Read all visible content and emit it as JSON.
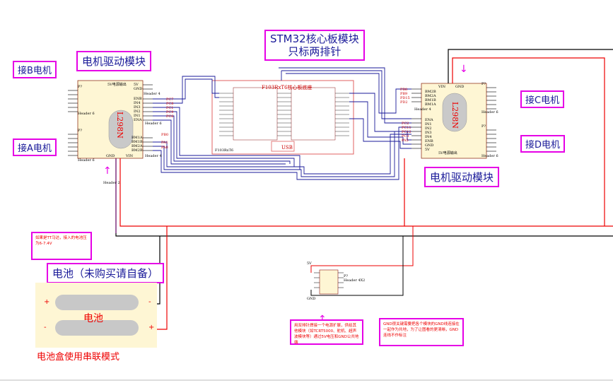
{
  "labels": {
    "stm32_title_line1": "STM32核心板模块",
    "stm32_title_line2": "只标两排针",
    "motor_driver_left": "电机驱动模块",
    "motor_driver_right": "电机驱动模块",
    "motor_b": "接B电机",
    "motor_a": "接A电机",
    "motor_c": "接C电机",
    "motor_d": "接D电机",
    "battery_title": "电池（未购买请自备）",
    "battery_text": "电池",
    "battery_box_note": "电池盒使用串联模式"
  },
  "notes": {
    "voltage_note": "如果是TT马达，接入的电池压为6-7.4V",
    "header_power_note": "用双排针焊接一个电源扩展，供给其他模块（如TCRT5000、舵机、超声波模块等）通过5V电压和GND公共地端",
    "gnd_note": "GND很关键需要把各个模块的GND线连接在一起作为共地，为了让图看的更清晰，GND连线不作标注"
  },
  "chips": {
    "left_driver_chip": "L298N",
    "right_driver_chip": "L298N",
    "stm32_board_title": "F103RxT6核心板底座",
    "stm32_part": "F103RxT6",
    "usb": "USB"
  },
  "battery_symbols": {
    "plus": "+",
    "minus": "-"
  },
  "pins": {
    "left_driver_top": [
      "5V",
      "GND",
      "ENB",
      "IN4",
      "IN3",
      "IN2",
      "IN1",
      "ENA"
    ],
    "left_driver_nets": [
      "PC7",
      "PC8",
      "PC1",
      "PC9",
      "PC6"
    ],
    "left_driver_bottom": [
      "BM1A",
      "BM1B",
      "BM2A",
      "BM2B"
    ],
    "left_driver_pa": [
      "PB0",
      "PA1",
      "PA0"
    ],
    "right_driver_left_nets": [
      "PB8",
      "PB9",
      "PD15",
      "PD2"
    ],
    "right_driver_in": [
      "ENA",
      "IN1",
      "IN2",
      "IN3",
      "IN4",
      "ENB"
    ],
    "right_driver_in_nets": [
      "PC2",
      "PC11",
      "PC12",
      "PC3",
      "PA5"
    ],
    "right_driver_bm": [
      "BM2B",
      "BM2A",
      "BM1B",
      "BM1A"
    ]
  },
  "small_text": {
    "header_label_p": "P?",
    "header6": "Header 6",
    "header4": "Header 4",
    "header2": "Header 2",
    "header4x2": "Header 4X2",
    "supply_5v": "5V电源输出",
    "vin": "VIN",
    "gnd": "GND",
    "v5": "5V"
  }
}
